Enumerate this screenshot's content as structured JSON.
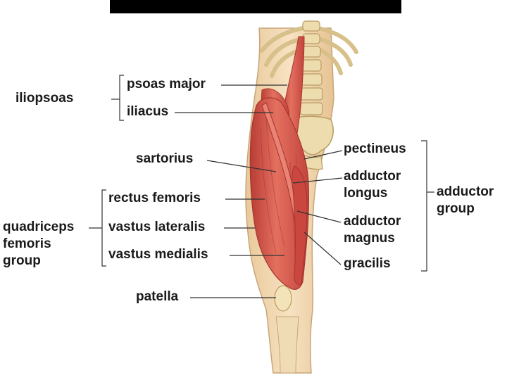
{
  "labels": {
    "psoas_major": "psoas major",
    "iliacus": "iliacus",
    "sartorius": "sartorius",
    "rectus_femoris": "rectus femoris",
    "vastus_lateralis": "vastus lateralis",
    "vastus_medialis": "vastus medialis",
    "patella": "patella",
    "pectineus": "pectineus",
    "adductor_longus_1": "adductor",
    "adductor_longus_2": "longus",
    "adductor_magnus_1": "adductor",
    "adductor_magnus_2": "magnus",
    "gracilis": "gracilis"
  },
  "groups": {
    "iliopsoas": "iliopsoas",
    "quadriceps_1": "quadriceps",
    "quadriceps_2": "femoris",
    "quadriceps_3": "group",
    "adductor_1": "adductor",
    "adductor_2": "group"
  },
  "colors": {
    "title_bar": "#000000",
    "skin": "#f2d8b0",
    "skin_outline": "#c9a57a",
    "bone": "#ecdcae",
    "bone_outline": "#b89c62",
    "muscle": "#d24e45",
    "muscle_dark": "#a8342e",
    "muscle_light": "#e98374",
    "leader_line": "#333333"
  }
}
